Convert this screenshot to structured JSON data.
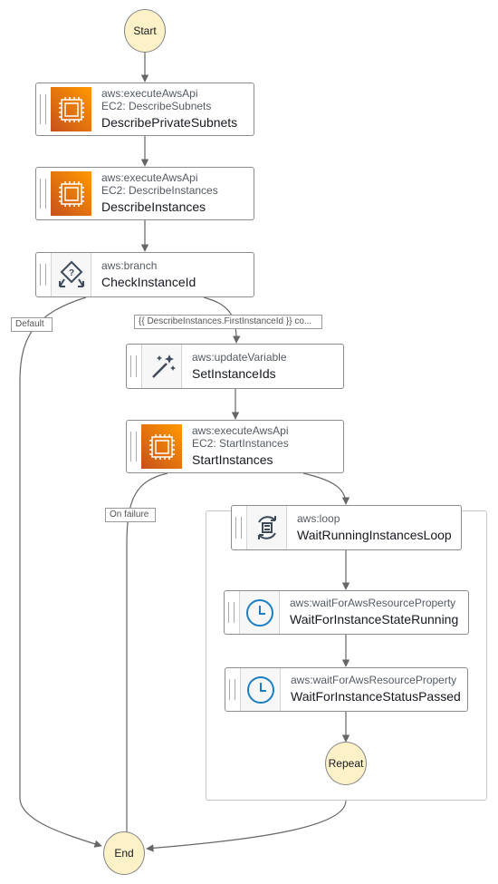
{
  "terminals": {
    "start": "Start",
    "end": "End",
    "repeat": "Repeat"
  },
  "nodes": [
    {
      "type": "aws:executeAwsApi",
      "subtype": "EC2: DescribeSubnets",
      "name": "DescribePrivateSubnets",
      "icon": "ec2-chip-icon"
    },
    {
      "type": "aws:executeAwsApi",
      "subtype": "EC2: DescribeInstances",
      "name": "DescribeInstances",
      "icon": "ec2-chip-icon"
    },
    {
      "type": "aws:branch",
      "subtype": "",
      "name": "CheckInstanceId",
      "icon": "branch-icon"
    },
    {
      "type": "aws:updateVariable",
      "subtype": "",
      "name": "SetInstanceIds",
      "icon": "magic-wand-icon"
    },
    {
      "type": "aws:executeAwsApi",
      "subtype": "EC2: StartInstances",
      "name": "StartInstances",
      "icon": "ec2-chip-icon"
    },
    {
      "type": "aws:loop",
      "subtype": "",
      "name": "WaitRunningInstancesLoop",
      "icon": "loop-icon"
    },
    {
      "type": "aws:waitForAwsResourceProperty",
      "subtype": "",
      "name": "WaitForInstanceStateRunning",
      "icon": "clock-icon"
    },
    {
      "type": "aws:waitForAwsResourceProperty",
      "subtype": "",
      "name": "WaitForInstanceStatusPassed",
      "icon": "clock-icon"
    }
  ],
  "edge_labels": {
    "default": "Default",
    "condition": "{{ DescribeInstances.FirstInstanceId }} co...",
    "on_failure": "On failure"
  },
  "colors": {
    "terminal_fill": "#fdf1c8",
    "ec2_orange_start": "#c8511b",
    "ec2_orange_end": "#ff9900",
    "clock_blue": "#1b7fc4",
    "icon_dark": "#3b4a5c",
    "edge": "#666666"
  }
}
